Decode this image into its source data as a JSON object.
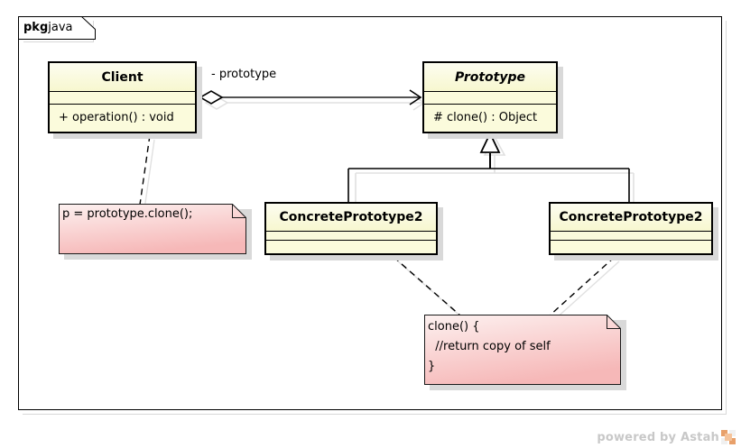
{
  "diagram": {
    "tool": "Astah",
    "type": "UML Class Diagram",
    "package": {
      "keyword": "pkg",
      "name": "java"
    },
    "classes": [
      {
        "id": "client",
        "name": "Client",
        "abstract": false,
        "attributes": [],
        "operations": [
          "+ operation() : void"
        ]
      },
      {
        "id": "prototype",
        "name": "Prototype",
        "abstract": true,
        "attributes": [],
        "operations": [
          "# clone() : Object"
        ]
      },
      {
        "id": "concrete-left",
        "name": "ConcretePrototype2",
        "abstract": false,
        "attributes": [],
        "operations": []
      },
      {
        "id": "concrete-right",
        "name": "ConcretePrototype2",
        "abstract": false,
        "attributes": [],
        "operations": []
      }
    ],
    "relationships": [
      {
        "id": "assoc-client-prototype",
        "type": "aggregation",
        "from": "client",
        "to": "prototype",
        "label": "- prototype"
      },
      {
        "id": "gen-left",
        "type": "generalization",
        "from": "concrete-left",
        "to": "prototype",
        "label": ""
      },
      {
        "id": "gen-right",
        "type": "generalization",
        "from": "concrete-right",
        "to": "prototype",
        "label": ""
      }
    ],
    "notes": [
      {
        "id": "note-client",
        "lines": [
          "p = prototype.clone();"
        ],
        "anchored_to": "client"
      },
      {
        "id": "note-clone",
        "lines": [
          "clone() {",
          "  //return copy of self",
          "}"
        ],
        "anchored_to": "concrete-left, concrete-right"
      }
    ],
    "watermark": "powered by Astah"
  },
  "colors": {
    "class_fill": "#fbfbdc",
    "class_border": "#000000",
    "note_fill_top": "#fdf0ef",
    "note_fill_bottom": "#f6b9b9",
    "shadow": "#d9d9d9",
    "watermark_text": "#c8c8c8",
    "logo_accent": "#e8a06a"
  }
}
